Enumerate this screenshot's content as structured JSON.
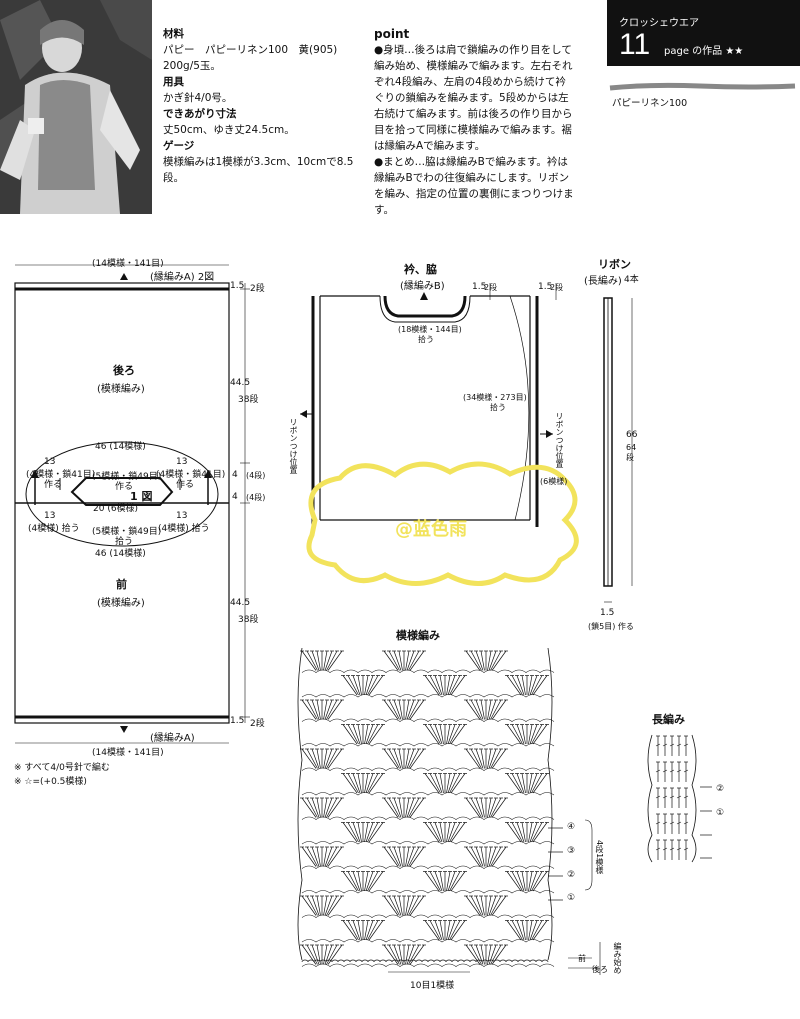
{
  "header": {
    "category": "クロッシェウエア",
    "number": "11",
    "page_label": "page の作品 ★★",
    "yarn_label": "パピーリネン100"
  },
  "materials": {
    "h_material": "材料",
    "material": "パピー　パピーリネン100　黄(905)",
    "material2": "200g/5玉。",
    "h_tools": "用具",
    "tools": "かぎ針4/0号。",
    "h_size": "できあがり寸法",
    "size": "丈50cm、ゆき丈24.5cm。",
    "h_gauge": "ゲージ",
    "gauge1": "模様編みは1模様が3.3cm、10cmで8.5",
    "gauge2": "段。"
  },
  "point": {
    "title": "point",
    "lines": [
      "●身頃…後ろは肩で鎖編みの作り目をして",
      "編み始め、模様編みで編みます。左右それ",
      "ぞれ4段編み、左肩の4段めから続けて衿",
      "ぐりの鎖編みを編みます。5段めからは左",
      "右続けて編みます。前は後ろの作り目から",
      "目を拾って同様に模様編みで編みます。裾",
      "は縁編みAで編みます。",
      "●まとめ…脇は縁編みBで編みます。衿は",
      "縁編みBでわの往復編みにします。リボン",
      "を編み、指定の位置の裏側にまつりつけま",
      "す。"
    ]
  },
  "body_diagram": {
    "top_width": "(14模様・141目)",
    "edge_a_top": "(縁編みA) 2図",
    "back_title": "後ろ",
    "back_sub": "(模様編み)",
    "dim_15_top": "1.5",
    "dim_2_top": "2段",
    "dim_445_top": "44.5",
    "dim_38_top": "38段",
    "w46_top": "46 (14模様)",
    "l13_a": "13",
    "l13_a2": "(4模様・鎖41目)",
    "l13_a3": "作る",
    "l_mid_a": "(5模様・鎖49目)",
    "l_mid_a2": "作る",
    "r13_a": "13",
    "r13_a2": "(4模様・鎖41目)",
    "r13_a3": "作る",
    "fig1": "1 図",
    "neck": "20 (6模様)",
    "l13_b": "13",
    "l13_b2": "(4模様) 拾う",
    "l_mid_b": "(5模様・鎖49目)",
    "l_mid_b2": "拾う",
    "r13_b": "13",
    "r13_b2": "(4模様) 拾う",
    "w46_bot": "46 (14模様)",
    "dim_4a": "4",
    "dim_4b": "4",
    "dim_4seg": "(4段)",
    "dim_4seg2": "(4段)",
    "front_title": "前",
    "front_sub": "(模様編み)",
    "dim_445_bot": "44.5",
    "dim_38_bot": "38段",
    "dim_15_bot": "1.5",
    "dim_2_bot": "2段",
    "edge_a_bot": "(縁編みA)",
    "bot_width": "(14模様・141目)",
    "note1": "※ すべて4/0号針で編む",
    "note2": "※ ☆=(+0.5模様)"
  },
  "collar": {
    "title": "衿、脇",
    "sub": "(縁編みB)",
    "d15": "1.5",
    "d2": "2段",
    "neck_pick": "(18模様・144目)",
    "neck_pick2": "拾う",
    "d15b": "1.5",
    "d2b": "2段",
    "side_pick": "(34模様・273目)",
    "side_pick2": "拾う",
    "ribbon_pos_l": "リボンつけ位置",
    "ribbon_pos_r": "リボンつけ位置",
    "side_6": "(6模様)"
  },
  "ribbon": {
    "title": "リボン",
    "sub": "(長編み)",
    "count": "4本",
    "len": "66",
    "rows": "64段",
    "w": "1.5",
    "chain": "(鎖5目) 作る"
  },
  "pattern": {
    "title": "模様編み",
    "marks": [
      "④",
      "③",
      "②",
      "①"
    ],
    "repeat": "4段1模様",
    "start": "編み始め",
    "back": "後ろ",
    "front": "前",
    "bottom": "10目1模様"
  },
  "dc": {
    "title": "長編み",
    "marks": [
      "②",
      "①"
    ]
  },
  "watermark": "@蓝色雨"
}
